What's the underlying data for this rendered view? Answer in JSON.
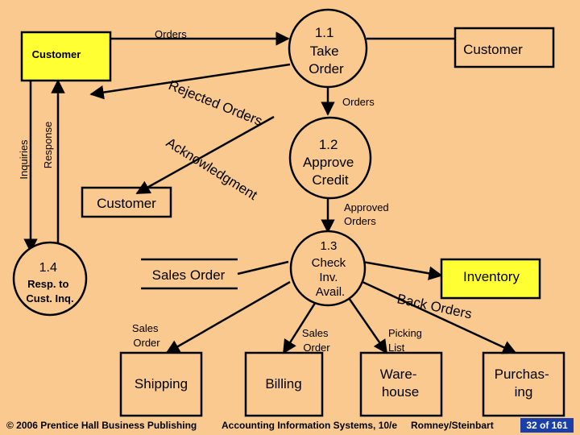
{
  "nodes": {
    "customer_top_left": "Customer",
    "customer_top_right": "Customer",
    "customer_mid": "Customer",
    "inventory": "Inventory",
    "p11": [
      "1.1",
      "Take",
      "Order"
    ],
    "p12": [
      "1.2",
      "Approve",
      "Credit"
    ],
    "p13": [
      "1.3",
      "Check",
      "Inv.",
      "Avail."
    ],
    "p14": [
      "1.4",
      "Resp. to",
      "Cust. Inq."
    ],
    "sales_order_store": "Sales Order",
    "shipping": "Shipping",
    "billing": "Billing",
    "warehouse": [
      "Ware-",
      "house"
    ],
    "purchasing": [
      "Purchas-",
      "ing"
    ]
  },
  "flows": {
    "orders_top": "Orders",
    "orders_mid": "Orders",
    "rejected_orders": "Rejected Orders",
    "acknowledgment": "Acknowledgment",
    "approved_orders": [
      "Approved",
      "Orders"
    ],
    "inquiries": "Inquiries",
    "response": "Response",
    "sales_order_left": [
      "Sales",
      "Order"
    ],
    "sales_order_right": [
      "Sales",
      "Order"
    ],
    "back_orders": "Back Orders",
    "picking_list": [
      "Picking",
      "List"
    ]
  },
  "footer": {
    "copyright": "© 2006 Prentice Hall Business Publishing",
    "book": "Accounting Information Systems, 10/e",
    "authors": "Romney/Steinbart",
    "page": "32 of 161"
  },
  "colors": {
    "background": "#f9c98f",
    "customer_fill": "#ffff33",
    "inventory_fill": "#ffff33",
    "page_badge": "#1a3fa8"
  }
}
